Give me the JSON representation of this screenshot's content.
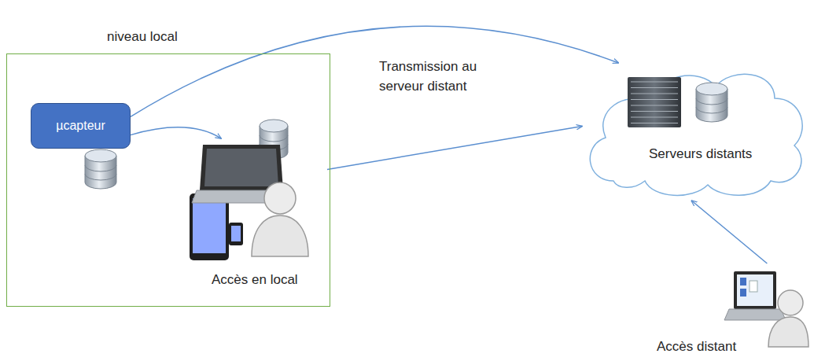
{
  "diagram": {
    "nodes": [
      {
        "text": [
          "niveau local"
        ]
      },
      {
        "text": [
          "µcapteur"
        ],
        "in": 0
      },
      {
        "text": [
          "Accès en local"
        ],
        "in": 0
      },
      {
        "text": [
          "Serveurs distants"
        ]
      },
      {
        "text": [
          "Accès distant"
        ]
      }
    ],
    "edges": [
      {
        "from": 1,
        "to": 3,
        "arrow": "to"
      },
      {
        "from": 1,
        "to": 2,
        "arrow": "to"
      },
      {
        "from": 2,
        "to": 3,
        "arrow": "to"
      },
      {
        "from": 4,
        "to": 3,
        "arrow": "to"
      }
    ],
    "labels": [
      "Transmission au serveur distant"
    ]
  }
}
